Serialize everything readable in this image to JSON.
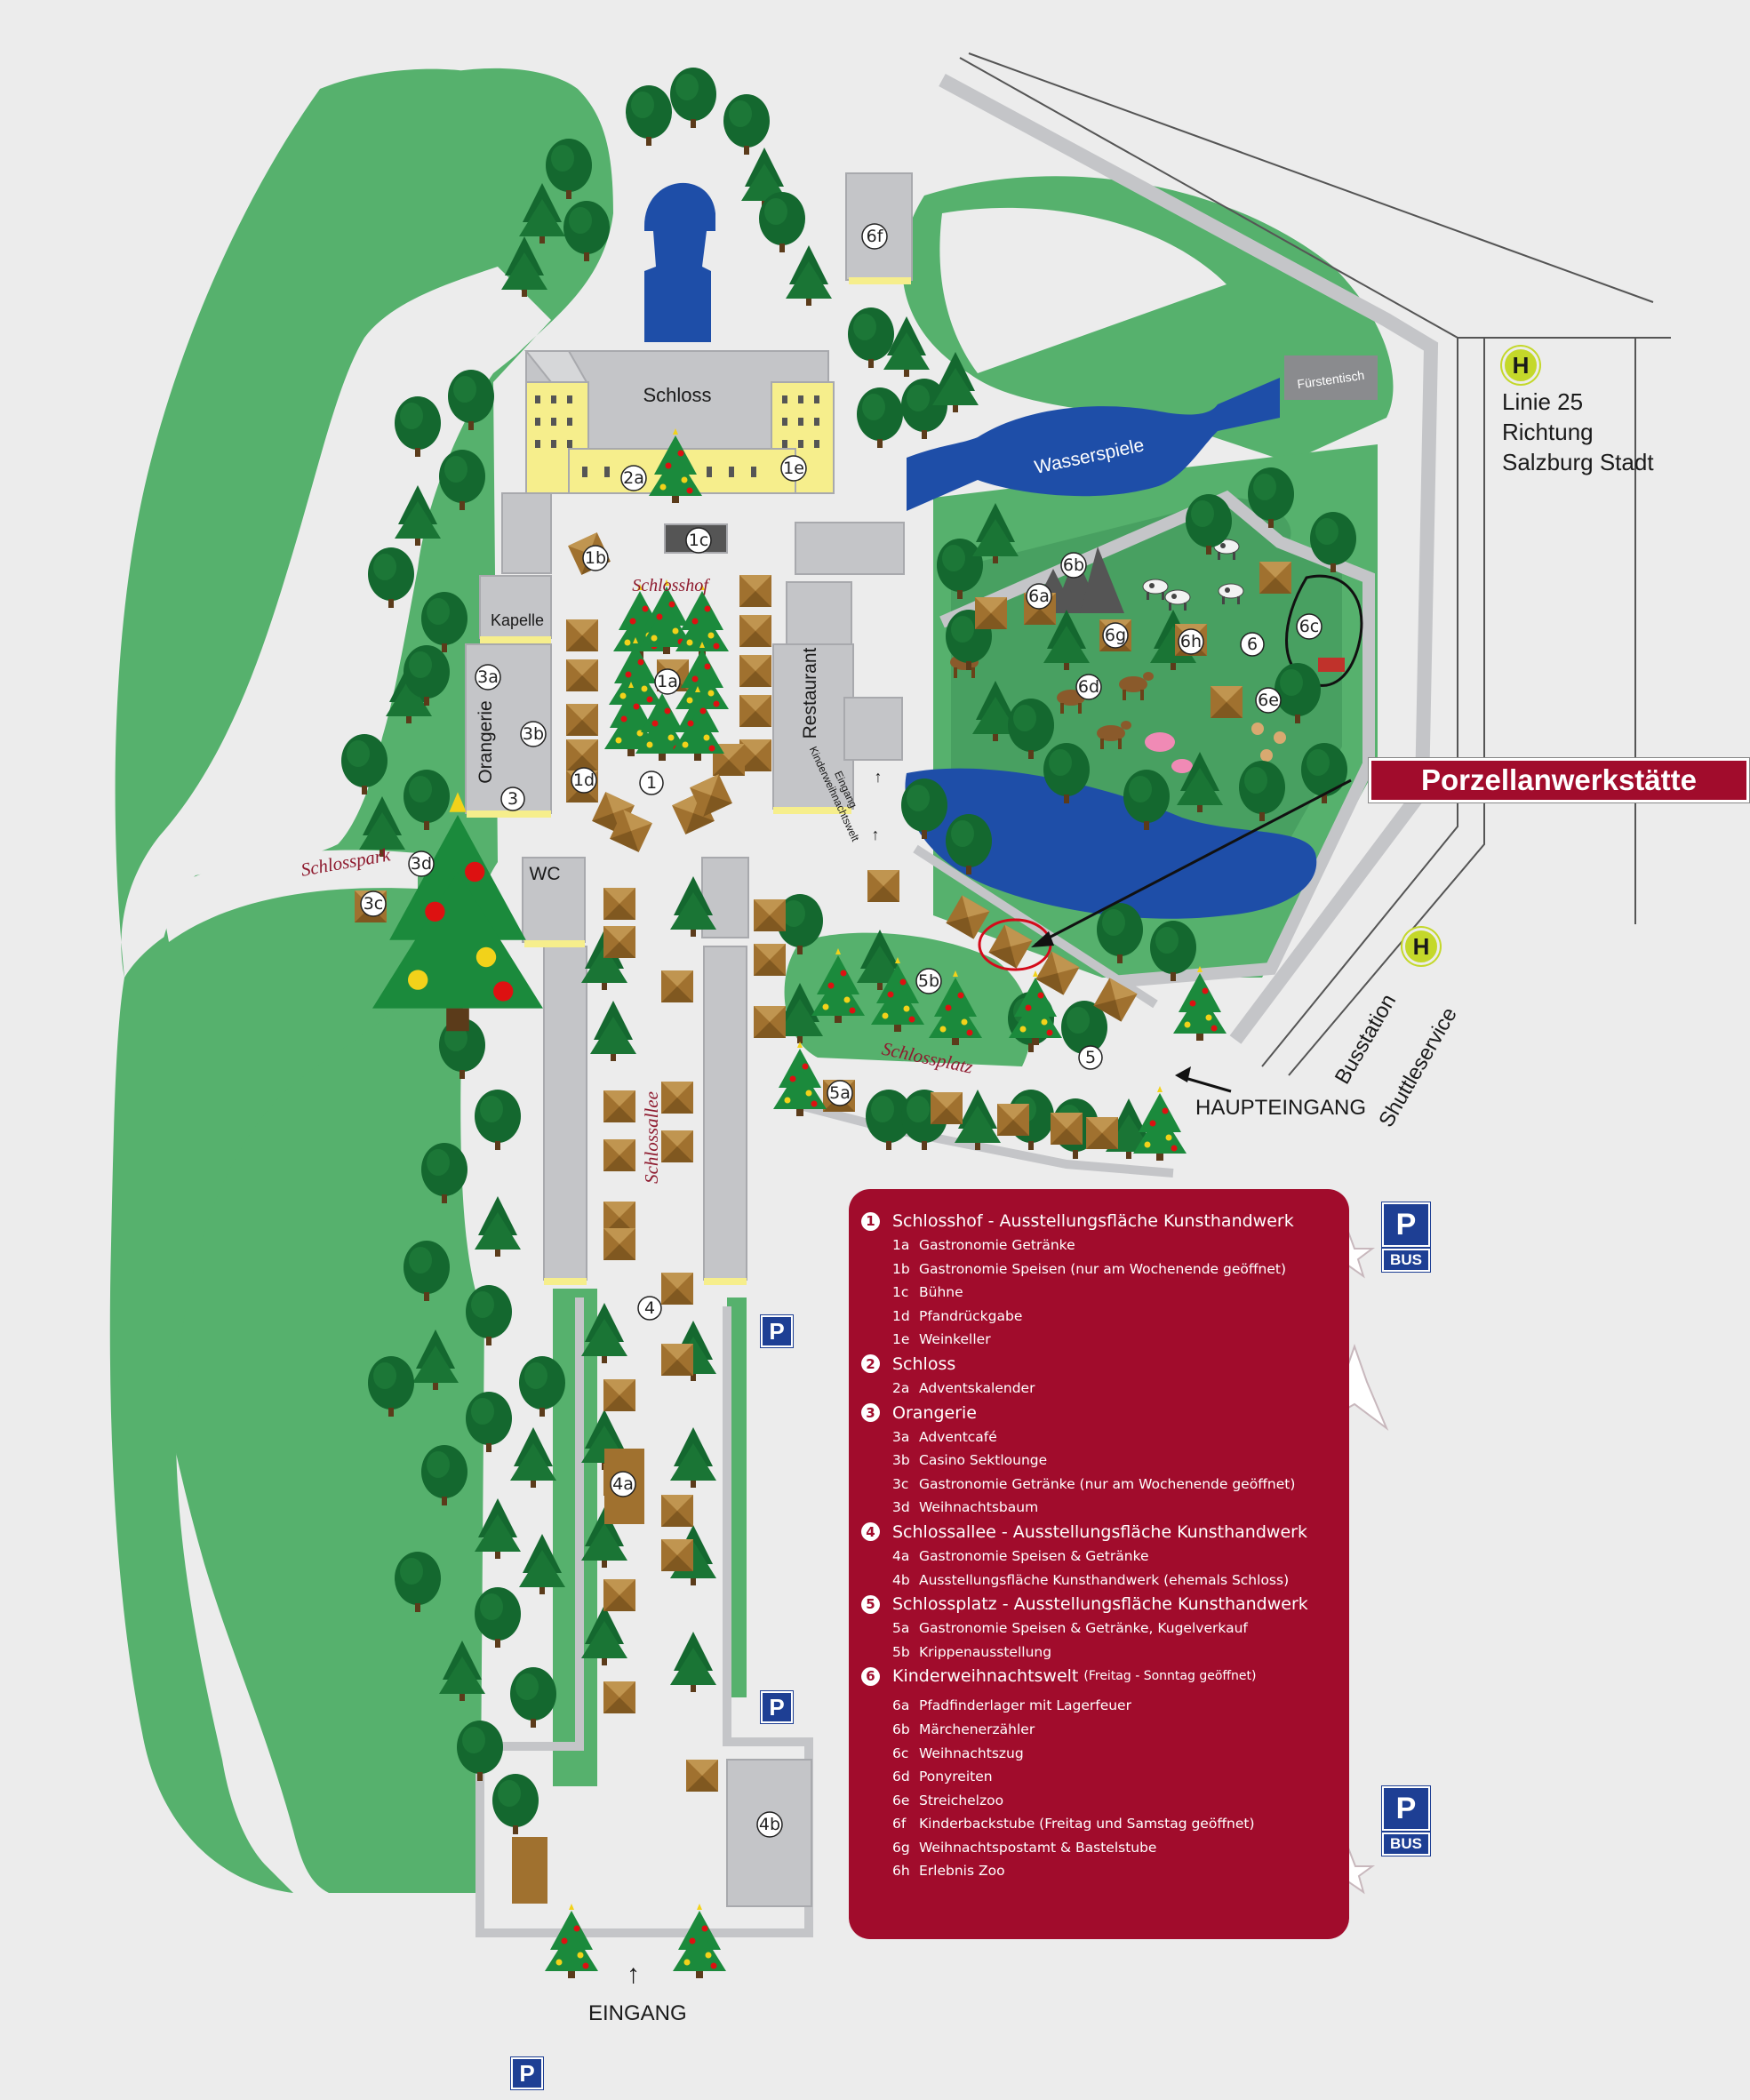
{
  "callout": "Porzellanwerkstätte",
  "colors": {
    "accent": "#a10c2c",
    "lawn": "#56b16d",
    "tree_dark": "#14682f",
    "water": "#1e4ea8",
    "building": "#c4c5c8",
    "parking": "#1e3f94",
    "stop": "#c4d82a"
  },
  "bus_stop_city": {
    "sign": "H",
    "lines": [
      "Linie 25",
      "Richtung",
      "Salzburg Stadt"
    ]
  },
  "bus_stop_shuttle": {
    "sign": "H",
    "lines": [
      "Busstation",
      "Shuttleservice"
    ]
  },
  "entrances": {
    "main": "HAUPTEINGANG",
    "entry": "EINGANG",
    "arrow": "↑",
    "kids_entry": [
      "Eingang",
      "Kinderweihnachtswelt"
    ]
  },
  "parking": {
    "p": "P",
    "bus": "BUS"
  },
  "areas": {
    "schloss": "Schloss",
    "schlosshof": "Schlosshof",
    "kapelle": "Kapelle",
    "orangerie": "Orangerie",
    "restaurant": "Restaurant",
    "wc": "WC",
    "schlosspark": "Schlosspark",
    "schlossallee": "Schlossallee",
    "schlossplatz": "Schlossplatz",
    "wasserspiele": "Wasserspiele",
    "fuerstentisch": "Fürstentisch"
  },
  "markers": [
    "1",
    "1a",
    "1b",
    "1c",
    "1d",
    "1e",
    "2a",
    "3",
    "3a",
    "3b",
    "3c",
    "3d",
    "4",
    "4a",
    "4b",
    "5",
    "5a",
    "5b",
    "6",
    "6a",
    "6b",
    "6c",
    "6d",
    "6e",
    "6f",
    "6g",
    "6h"
  ],
  "legend": [
    {
      "n": "1",
      "title": "Schlosshof - Ausstellungsfläche Kunsthandwerk",
      "note": "",
      "items": [
        {
          "c": "1a",
          "t": "Gastronomie Getränke"
        },
        {
          "c": "1b",
          "t": "Gastronomie Speisen (nur am Wochenende geöffnet)"
        },
        {
          "c": "1c",
          "t": "Bühne"
        },
        {
          "c": "1d",
          "t": "Pfandrückgabe"
        },
        {
          "c": "1e",
          "t": "Weinkeller"
        }
      ]
    },
    {
      "n": "2",
      "title": "Schloss",
      "note": "",
      "items": [
        {
          "c": "2a",
          "t": "Adventskalender"
        }
      ]
    },
    {
      "n": "3",
      "title": "Orangerie",
      "note": "",
      "items": [
        {
          "c": "3a",
          "t": "Adventcafé"
        },
        {
          "c": "3b",
          "t": "Casino Sektlounge"
        },
        {
          "c": "3c",
          "t": "Gastronomie Getränke (nur am Wochenende geöffnet)"
        },
        {
          "c": "3d",
          "t": "Weihnachtsbaum"
        }
      ]
    },
    {
      "n": "4",
      "title": "Schlossallee - Ausstellungsfläche Kunsthandwerk",
      "note": "",
      "items": [
        {
          "c": "4a",
          "t": "Gastronomie Speisen & Getränke"
        },
        {
          "c": "4b",
          "t": "Ausstellungsfläche Kunsthandwerk (ehemals Schloss)"
        }
      ]
    },
    {
      "n": "5",
      "title": "Schlossplatz - Ausstellungsfläche Kunsthandwerk",
      "note": "",
      "items": [
        {
          "c": "5a",
          "t": "Gastronomie Speisen & Getränke, Kugelverkauf"
        },
        {
          "c": "5b",
          "t": "Krippenausstellung"
        }
      ]
    },
    {
      "n": "6",
      "title": "Kinderweihnachtswelt",
      "note": "(Freitag - Sonntag geöffnet)",
      "items": [
        {
          "c": "6a",
          "t": "Pfadfinderlager mit Lagerfeuer"
        },
        {
          "c": "6b",
          "t": "Märchenerzähler"
        },
        {
          "c": "6c",
          "t": "Weihnachtszug"
        },
        {
          "c": "6d",
          "t": "Ponyreiten"
        },
        {
          "c": "6e",
          "t": "Streichelzoo"
        },
        {
          "c": "6f",
          "t": "Kinderbackstube (Freitag und Samstag geöffnet)"
        },
        {
          "c": "6g",
          "t": "Weihnachtspostamt & Bastelstube"
        },
        {
          "c": "6h",
          "t": "Erlebnis Zoo"
        }
      ]
    }
  ]
}
